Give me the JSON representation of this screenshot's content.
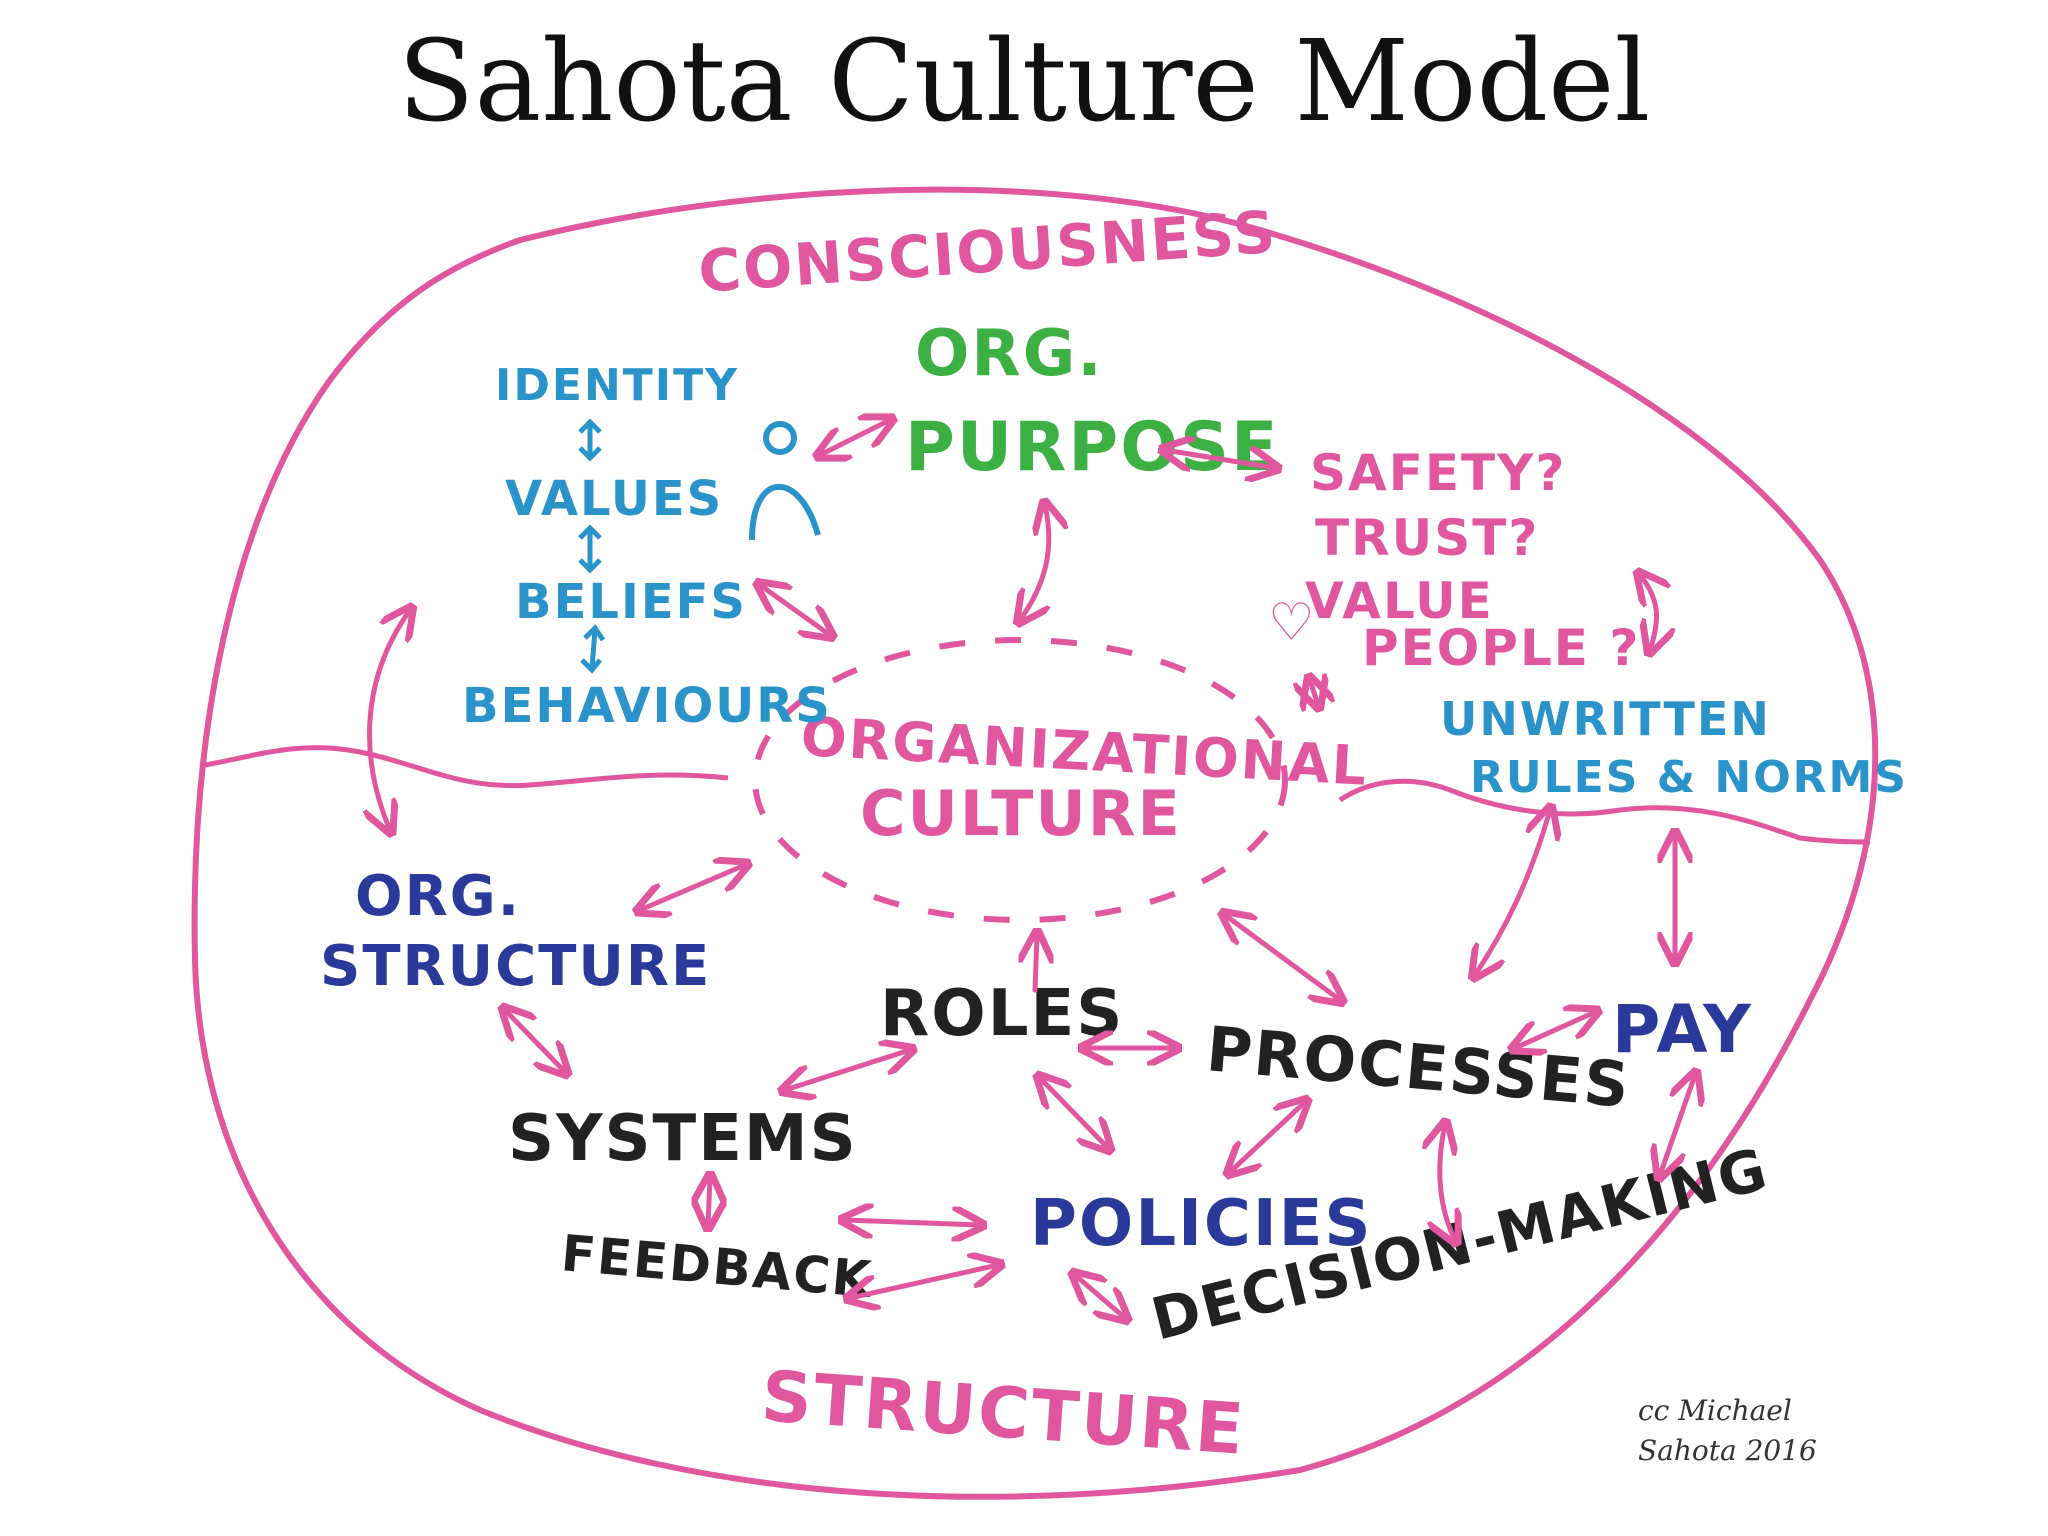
{
  "title": "Sahota Culture Model",
  "colors": {
    "pink": "#e0579f",
    "blue": "#2a93c9",
    "green": "#3cb043",
    "navy": "#2a3a9a",
    "black": "#222222"
  },
  "regions": {
    "top": "CONSCIOUSNESS",
    "bottom": "STRUCTURE"
  },
  "center": {
    "line1": "ORGANIZATIONAL",
    "line2": "CULTURE"
  },
  "consciousness_items": {
    "identity": "IDENTITY",
    "values": "VALUES",
    "beliefs": "BELIEFS",
    "behaviours": "BEHAVIOURS",
    "org_purpose_line1": "ORG.",
    "org_purpose_line2": "PURPOSE",
    "safety": "SAFETY?",
    "trust": "TRUST?",
    "value_people_line1": "VALUE",
    "value_people_line2": "PEOPLE ?",
    "unwritten_line1": "UNWRITTEN",
    "unwritten_line2": "RULES & NORMS"
  },
  "structure_items": {
    "org_structure_line1": "ORG.",
    "org_structure_line2": "STRUCTURE",
    "roles": "ROLES",
    "processes": "PROCESSES",
    "pay": "PAY",
    "systems": "SYSTEMS",
    "feedback": "FEEDBACK",
    "policies": "POLICIES",
    "decision_making": "DECISION-MAKING"
  },
  "credit": {
    "line1": "cc Michael",
    "line2": "Sahota 2016"
  }
}
